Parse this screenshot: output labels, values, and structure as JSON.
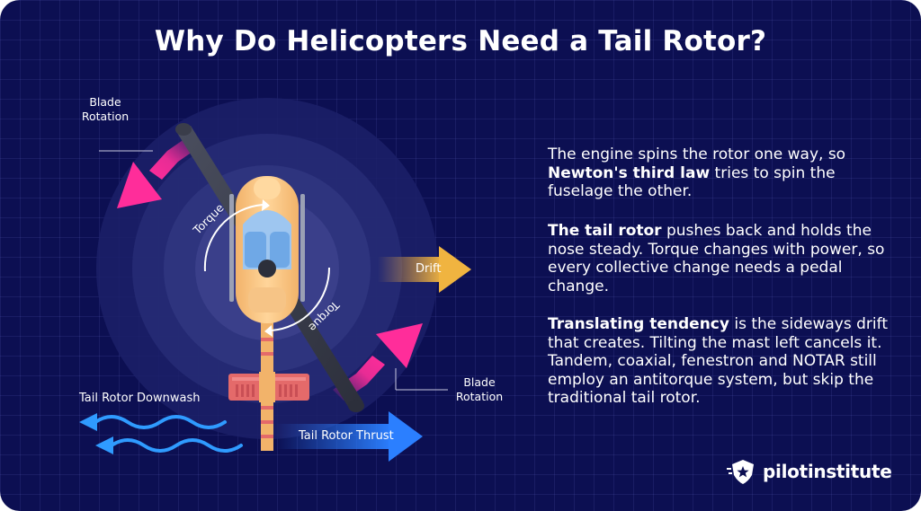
{
  "title": "Why Do Helicopters Need a Tail Rotor?",
  "diagram": {
    "blade_rotation_top": [
      "Blade",
      "Rotation"
    ],
    "blade_rotation_bottom": [
      "Blade",
      "Rotation"
    ],
    "torque_left": "Torque",
    "torque_right": "Torque",
    "drift": "Drift",
    "tail_rotor_downwash": "Tail Rotor Downwash",
    "tail_rotor_thrust": "Tail Rotor Thrust"
  },
  "text": {
    "p1": {
      "a": "The engine spins the rotor one way, so ",
      "b": "Newton's third law",
      "c": " tries to spin the fuselage the other."
    },
    "p2": {
      "a": "The tail rotor",
      "b": " pushes back and holds the nose steady. Torque changes with power, so every collective change needs a pedal change."
    },
    "p3": {
      "a": "Translating tendency",
      "b": " is the sideways drift that creates. Tilting the mast left cancels it. Tandem, coaxial, fenestron and NOTAR still employ an antitorque system, but skip the traditional tail rotor."
    }
  },
  "brand": {
    "name": "pilotinstitute"
  },
  "colors": {
    "background": "#0c0f52",
    "magenta_arrow": "#ff2d9a",
    "drift_arrow": "#e8a33a",
    "thrust_arrow": "#2b7fff",
    "downwash": "#2f9bff",
    "fuselage": "#f5c07a",
    "tail_rotor": "#e46a6a"
  }
}
